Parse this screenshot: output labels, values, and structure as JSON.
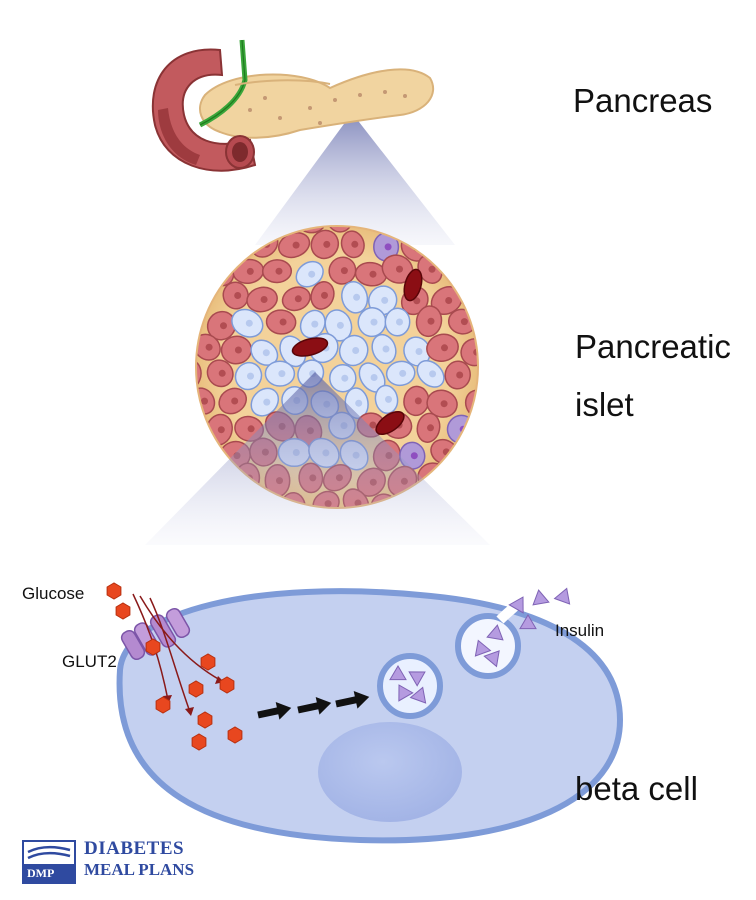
{
  "labels": {
    "pancreas": "Pancreas",
    "islet_line1": "Pancreatic",
    "islet_line2": "islet",
    "beta_cell": "beta cell",
    "glucose": "Glucose",
    "glut2": "GLUT2",
    "insulin": "Insulin"
  },
  "logo": {
    "line1": "DIABETES",
    "line2": "MEAL PLANS",
    "abbrev": "DMP"
  },
  "colors": {
    "cell_fill": "#c4d0f0",
    "cell_stroke": "#7e9bd8",
    "nucleus": "#aebde9",
    "glucose": "#e8471f",
    "insulin": "#b59be0",
    "pancreas": "#f1d4a0",
    "duodenum": "#c25a5e",
    "logo_blue": "#2f4aa0"
  }
}
